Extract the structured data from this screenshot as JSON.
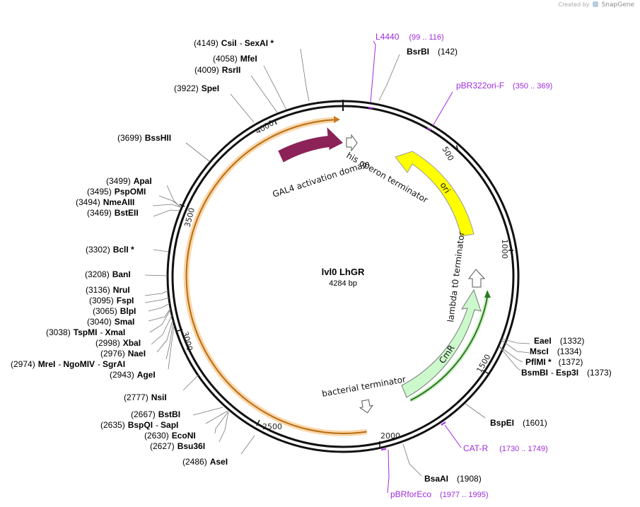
{
  "credit": {
    "prefix": "Created by",
    "brand": "SnapGene"
  },
  "plasmid": {
    "name": "lvl0 LhGR",
    "size_text": "4284 bp",
    "length": 4284
  },
  "colors": {
    "backbone": "#111111",
    "orange_feature": "#f2a745",
    "gal4": "#8b2358",
    "ori": "#ffff00",
    "cmr": "#ccf9cc",
    "green": "#2a7a1e",
    "primer": "#9f2bdc"
  },
  "ticks": [
    "500",
    "1000",
    "1500",
    "2000",
    "2500",
    "3000",
    "3500",
    "4000"
  ],
  "enzymes": [
    {
      "pos": "(4149)",
      "name": "CsiI",
      "extra": "SexAI *"
    },
    {
      "pos": "(4058)",
      "name": "MfeI"
    },
    {
      "pos": "(4009)",
      "name": "RsrII"
    },
    {
      "pos": "(3922)",
      "name": "SpeI"
    },
    {
      "pos": "(3699)",
      "name": "BssHII"
    },
    {
      "pos": "(3499)",
      "name": "ApaI"
    },
    {
      "pos": "(3495)",
      "name": "PspOMI"
    },
    {
      "pos": "(3494)",
      "name": "NmeAIII"
    },
    {
      "pos": "(3469)",
      "name": "BstEII"
    },
    {
      "pos": "(3302)",
      "name": "BclI *"
    },
    {
      "pos": "(3208)",
      "name": "BanI"
    },
    {
      "pos": "(3136)",
      "name": "NruI"
    },
    {
      "pos": "(3095)",
      "name": "FspI"
    },
    {
      "pos": "(3065)",
      "name": "BlpI"
    },
    {
      "pos": "(3040)",
      "name": "SmaI"
    },
    {
      "pos": "(3038)",
      "name": "TspMI",
      "extra": "XmaI"
    },
    {
      "pos": "(2998)",
      "name": "XbaI"
    },
    {
      "pos": "(2976)",
      "name": "NaeI"
    },
    {
      "pos": "(2974)",
      "name": "MreI",
      "extra": "NgoMIV",
      "extra2": "SgrAI"
    },
    {
      "pos": "(2943)",
      "name": "AgeI"
    },
    {
      "pos": "(2777)",
      "name": "NsiI"
    },
    {
      "pos": "(2667)",
      "name": "BstBI"
    },
    {
      "pos": "(2635)",
      "name": "BspQI",
      "extra": "SapI"
    },
    {
      "pos": "(2630)",
      "name": "EcoNI"
    },
    {
      "pos": "(2627)",
      "name": "Bsu36I"
    },
    {
      "pos": "(2486)",
      "name": "AseI"
    },
    {
      "pos": "(142)",
      "name": "BsrBI"
    },
    {
      "pos": "(1332)",
      "name": "EaeI"
    },
    {
      "pos": "(1334)",
      "name": "MscI"
    },
    {
      "pos": "(1372)",
      "name": "PflMI *"
    },
    {
      "pos": "(1373)",
      "name": "BsmBI",
      "extra": "Esp3I"
    },
    {
      "pos": "(1601)",
      "name": "BspEI"
    },
    {
      "pos": "(1908)",
      "name": "BsaAI"
    }
  ],
  "primers": [
    {
      "name": "L4440",
      "range": "(99 .. 116)"
    },
    {
      "name": "pBR322ori-F",
      "range": "(350 .. 369)"
    },
    {
      "name": "CAT-R",
      "range": "(1730 .. 1749)"
    },
    {
      "name": "pBRforEco",
      "range": "(1977 .. 1995)"
    }
  ],
  "features": {
    "his_terminator": "his operon terminator",
    "gal4": "GAL4 activation domain",
    "ori": "ori",
    "lambda": "lambda t0 terminator",
    "cmr": "CmR",
    "bacterial": "bacterial terminator"
  }
}
